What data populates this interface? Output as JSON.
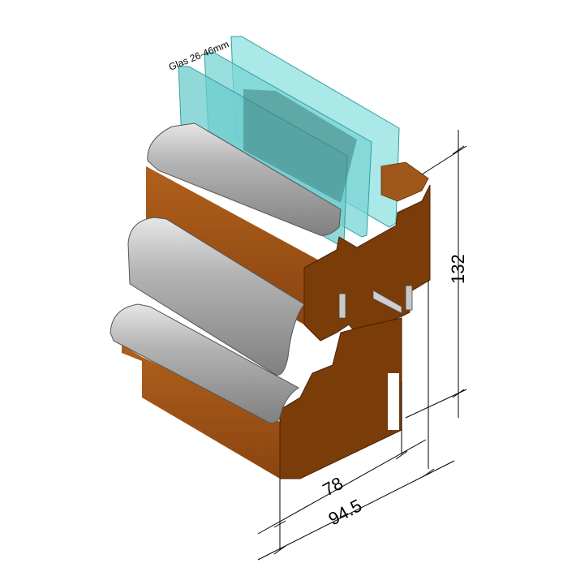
{
  "labels": {
    "glass": "Glas 26-46mm",
    "height": "132",
    "depth_inner": "78",
    "depth_outer": "94.5"
  },
  "colors": {
    "wood_side": "#9a4d12",
    "wood_section": "#7a3c08",
    "wood_top": "#b8621c",
    "aluminum": "#9a9a9a",
    "aluminum_light": "#d8d8d8",
    "glass": "#7fd8d8",
    "glass_edge": "#2f9f9f"
  }
}
